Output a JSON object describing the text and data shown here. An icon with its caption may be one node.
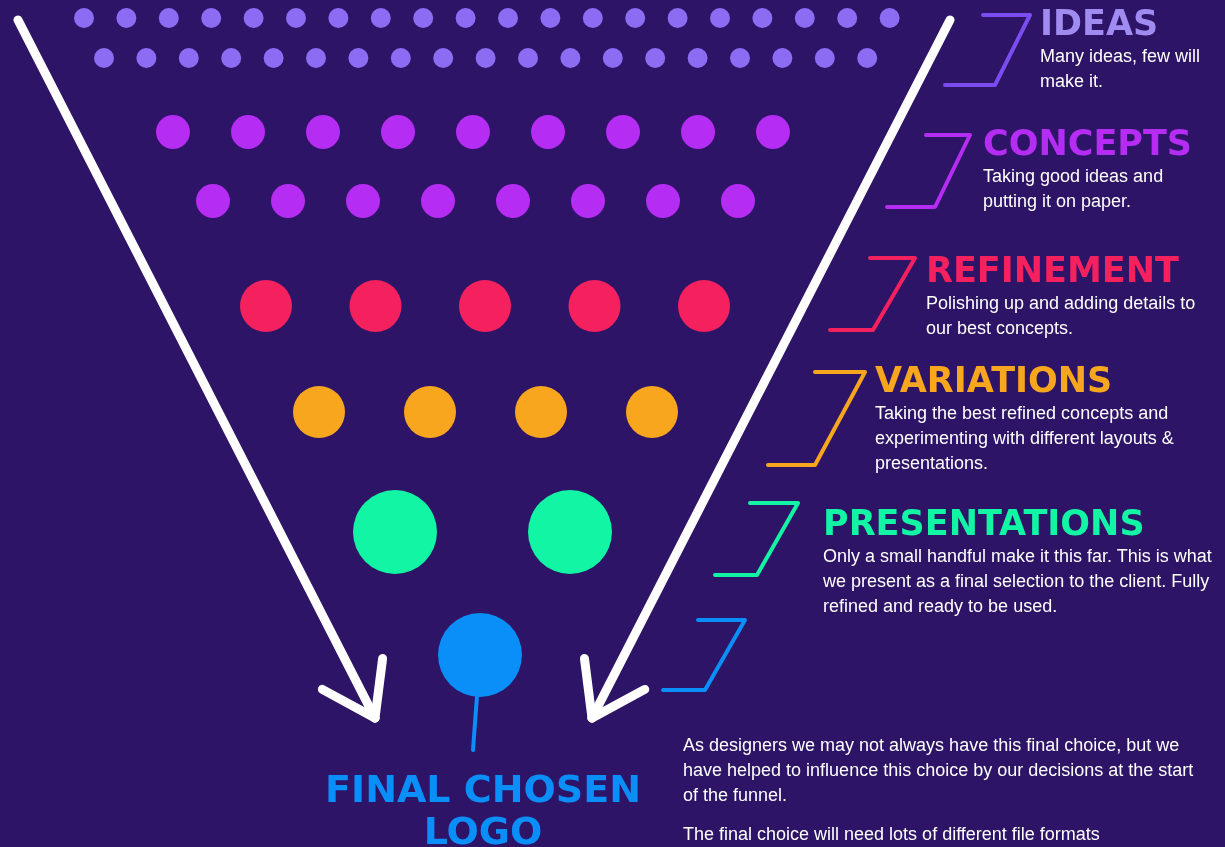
{
  "diagram": {
    "nodes": [
      {
        "text": [
          "IDEAS",
          "Many ideas, few will make it."
        ]
      },
      {
        "text": [
          "CONCEPTS",
          "Taking good ideas and putting it on paper."
        ]
      },
      {
        "text": [
          "REFINEMENT",
          "Polishing up and adding details to our best concepts."
        ]
      },
      {
        "text": [
          "VARIATIONS",
          "Taking the best refined concepts and experimenting with different layouts & presentations."
        ]
      },
      {
        "text": [
          "PRESENTATIONS",
          "Only a small handful make it this far. This is what we present as a final selection to the client. Fully refined and ready to be used."
        ]
      },
      {
        "text": [],
        "shape": "circle"
      },
      {
        "text": [
          "FINAL CHOSEN LOGO"
        ]
      }
    ],
    "edges": [
      {
        "from": 6,
        "to": 5,
        "arrow": "none"
      }
    ],
    "labels": [
      "As designers we may not always have this final choice, but we have helped to influence this choice by our decisions at the start of the funnel.",
      "The final choice will need lots of different file formats"
    ]
  }
}
